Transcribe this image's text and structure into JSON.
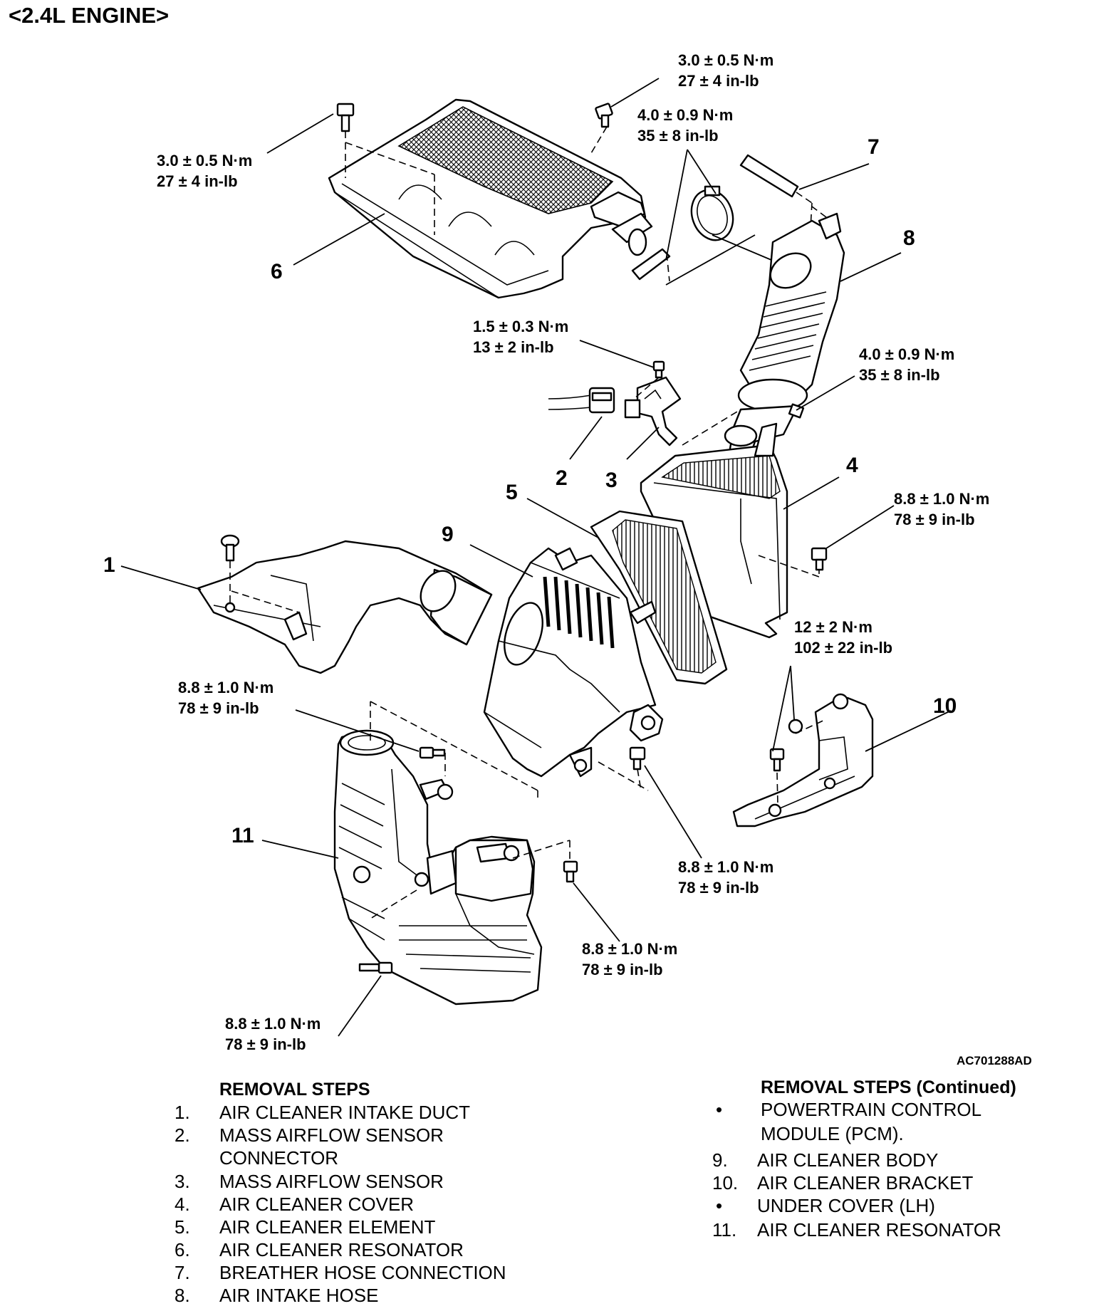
{
  "title": "<2.4L ENGINE>",
  "figure_code": "AC701288AD",
  "torque_specs": [
    {
      "nm": "3.0 ± 0.5 N·m",
      "inlb": "27 ± 4 in-lb"
    },
    {
      "nm": "3.0 ± 0.5 N·m",
      "inlb": "27 ± 4 in-lb"
    },
    {
      "nm": "4.0 ± 0.9 N·m",
      "inlb": "35 ± 8 in-lb"
    },
    {
      "nm": "1.5 ± 0.3 N·m",
      "inlb": "13 ± 2 in-lb"
    },
    {
      "nm": "4.0 ± 0.9 N·m",
      "inlb": "35 ± 8 in-lb"
    },
    {
      "nm": "8.8 ± 1.0 N·m",
      "inlb": "78 ± 9 in-lb"
    },
    {
      "nm": "12 ± 2 N·m",
      "inlb": "102 ± 22 in-lb"
    },
    {
      "nm": "8.8 ± 1.0 N·m",
      "inlb": "78 ± 9 in-lb"
    },
    {
      "nm": "8.8 ± 1.0 N·m",
      "inlb": "78 ± 9 in-lb"
    },
    {
      "nm": "8.8 ± 1.0 N·m",
      "inlb": "78 ± 9 in-lb"
    },
    {
      "nm": "8.8 ± 1.0 N·m",
      "inlb": "78 ± 9 in-lb"
    }
  ],
  "callouts": [
    "1",
    "2",
    "3",
    "4",
    "5",
    "6",
    "7",
    "8",
    "9",
    "10",
    "11"
  ],
  "removal_steps": {
    "heading": "REMOVAL STEPS",
    "items": [
      {
        "num": "1.",
        "lines": [
          "AIR CLEANER INTAKE DUCT"
        ]
      },
      {
        "num": "2.",
        "lines": [
          "MASS AIRFLOW SENSOR",
          "CONNECTOR"
        ]
      },
      {
        "num": "3.",
        "lines": [
          "MASS AIRFLOW SENSOR"
        ]
      },
      {
        "num": "4.",
        "lines": [
          "AIR CLEANER COVER"
        ]
      },
      {
        "num": "5.",
        "lines": [
          "AIR CLEANER ELEMENT"
        ]
      },
      {
        "num": "6.",
        "lines": [
          "AIR CLEANER RESONATOR"
        ]
      },
      {
        "num": "7.",
        "lines": [
          "BREATHER HOSE CONNECTION"
        ]
      },
      {
        "num": "8.",
        "lines": [
          "AIR INTAKE HOSE"
        ]
      }
    ]
  },
  "removal_steps_continued": {
    "heading": "REMOVAL STEPS (Continued)",
    "items": [
      {
        "num": "•",
        "lines": [
          "POWERTRAIN CONTROL",
          "MODULE (PCM)."
        ]
      },
      {
        "num": "9.",
        "lines": [
          "AIR CLEANER BODY"
        ]
      },
      {
        "num": "10.",
        "lines": [
          "AIR CLEANER BRACKET"
        ]
      },
      {
        "num": "•",
        "lines": [
          "UNDER COVER (LH)"
        ]
      },
      {
        "num": "11.",
        "lines": [
          "AIR CLEANER RESONATOR"
        ]
      }
    ]
  }
}
